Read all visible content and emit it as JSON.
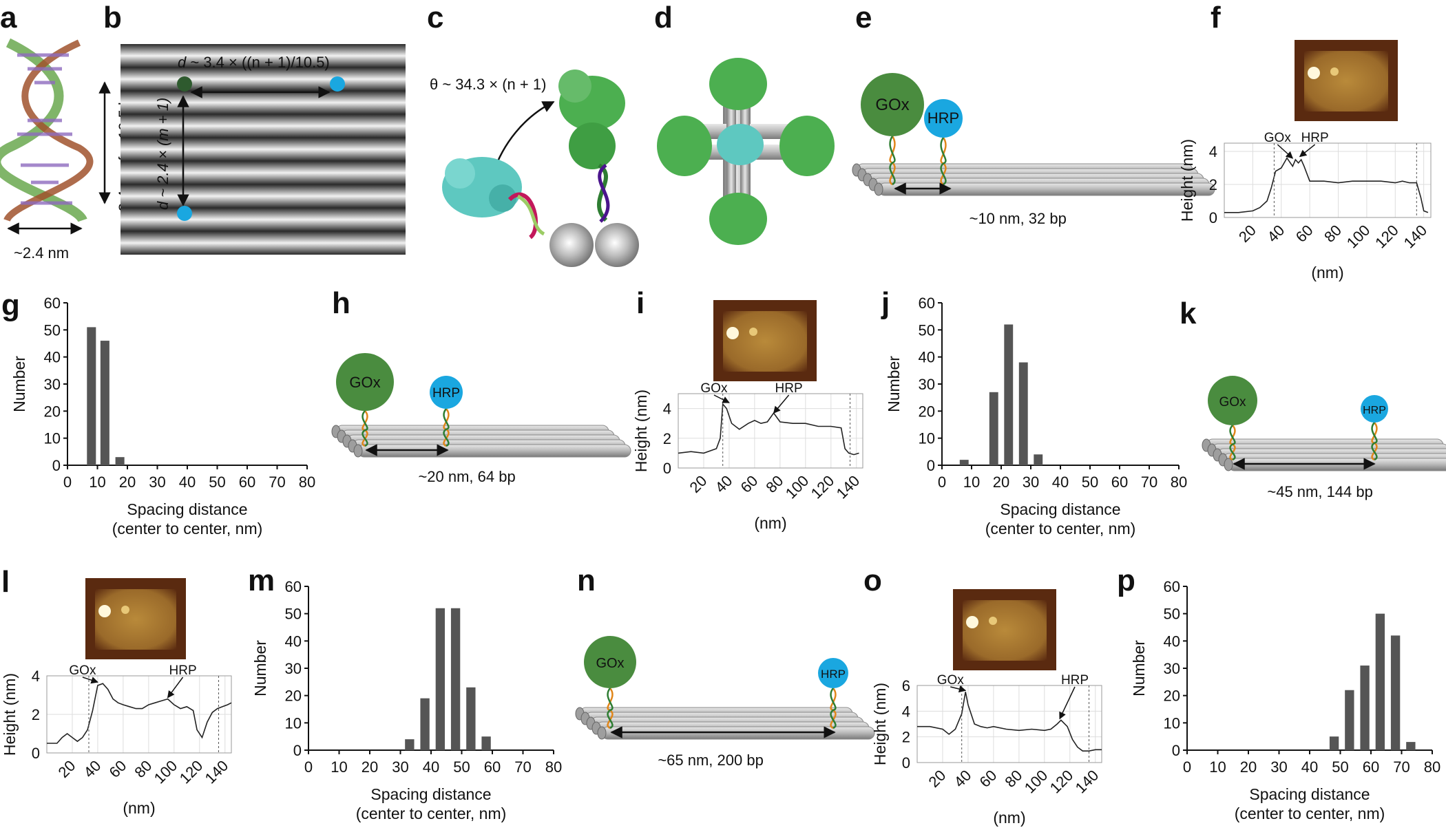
{
  "panel_labels": [
    "a",
    "b",
    "c",
    "d",
    "e",
    "f",
    "g",
    "h",
    "i",
    "j",
    "k",
    "l",
    "m",
    "n",
    "o",
    "p"
  ],
  "panel_a": {
    "height_label": "~3.4 nm for 10.5 bp",
    "width_label": "~2.4 nm"
  },
  "panel_b": {
    "horizontal_formula_prefix": "d",
    "horizontal_formula": " ~ 3.4 × ((n + 1)/10.5)",
    "vertical_formula": "d ~ 2.4 × (m + 1)"
  },
  "panel_c": {
    "angle_formula": "θ ~ 34.3 × (n + 1)"
  },
  "schematics": {
    "e": {
      "caption": "~10 nm, 32 bp",
      "enzyme1": "GOx",
      "enzyme2": "HRP"
    },
    "h": {
      "caption": "~20 nm, 64 bp",
      "enzyme1": "GOx",
      "enzyme2": "HRP"
    },
    "k": {
      "caption": "~45 nm, 144 bp",
      "enzyme1": "GOx",
      "enzyme2": "HRP"
    },
    "n": {
      "caption": "~65 nm, 200 bp",
      "enzyme1": "GOx",
      "enzyme2": "HRP"
    }
  },
  "colors": {
    "gox": "#4a8c3f",
    "hrp": "#1aa7e0",
    "bar": "#555555",
    "protein_green": "#4caf50",
    "protein_cyan": "#5ec8c0"
  },
  "chart_data": [
    {
      "panel": "f",
      "type": "line",
      "xlabel": "(nm)",
      "ylabel": "Height (nm)",
      "xticks": [
        20,
        40,
        60,
        80,
        100,
        120,
        140
      ],
      "yticks": [
        0,
        2,
        4
      ],
      "xlim": [
        0,
        145
      ],
      "ylim": [
        0,
        4.5
      ],
      "annotations": [
        {
          "text": "GOx",
          "x": 48,
          "y": 3.5
        },
        {
          "text": "HRP",
          "x": 53,
          "y": 3.6
        }
      ],
      "x": [
        0,
        10,
        20,
        25,
        30,
        33,
        36,
        40,
        44,
        48,
        50,
        52,
        54,
        56,
        60,
        65,
        70,
        80,
        90,
        100,
        110,
        120,
        125,
        130,
        135,
        138,
        140,
        143
      ],
      "y": [
        0.3,
        0.3,
        0.4,
        0.6,
        1.0,
        1.8,
        2.8,
        3.0,
        3.6,
        3.1,
        3.5,
        3.3,
        3.5,
        3.1,
        2.2,
        2.2,
        2.2,
        2.1,
        2.2,
        2.2,
        2.2,
        2.1,
        2.2,
        2.1,
        2.1,
        1.2,
        0.4,
        0.3
      ]
    },
    {
      "panel": "g",
      "type": "bar",
      "xlabel": "Spacing distance",
      "xlabel2": "(center to center, nm)",
      "ylabel": "Number",
      "xticks": [
        0,
        10,
        20,
        30,
        40,
        50,
        60,
        70,
        80
      ],
      "yticks": [
        0,
        10,
        20,
        30,
        40,
        50,
        60
      ],
      "xlim": [
        0,
        80
      ],
      "ylim": [
        0,
        60
      ],
      "x": [
        8,
        12.5,
        17.5
      ],
      "values": [
        51,
        46,
        3
      ]
    },
    {
      "panel": "i",
      "type": "line",
      "xlabel": "(nm)",
      "ylabel": "Height (nm)",
      "xticks": [
        20,
        40,
        60,
        80,
        100,
        120,
        140
      ],
      "yticks": [
        0,
        2,
        4
      ],
      "xlim": [
        0,
        145
      ],
      "ylim": [
        0,
        5
      ],
      "annotations": [
        {
          "text": "GOx",
          "x": 40,
          "y": 4.3
        },
        {
          "text": "HRP",
          "x": 75,
          "y": 3.6
        }
      ],
      "x": [
        0,
        10,
        20,
        30,
        33,
        35,
        38,
        42,
        48,
        55,
        60,
        65,
        70,
        75,
        80,
        90,
        100,
        110,
        120,
        128,
        131,
        134,
        138,
        142
      ],
      "y": [
        1.0,
        1.1,
        1.0,
        1.3,
        2.0,
        4.3,
        4.0,
        3.0,
        2.6,
        3.0,
        3.2,
        3.0,
        3.1,
        3.7,
        3.1,
        3.0,
        3.0,
        2.8,
        2.8,
        2.7,
        1.3,
        1.0,
        0.9,
        1.0
      ]
    },
    {
      "panel": "j",
      "type": "bar",
      "xlabel": "Spacing distance",
      "xlabel2": "(center to center, nm)",
      "ylabel": "Number",
      "xticks": [
        0,
        10,
        20,
        30,
        40,
        50,
        60,
        70,
        80
      ],
      "yticks": [
        0,
        10,
        20,
        30,
        40,
        50,
        60
      ],
      "xlim": [
        0,
        80
      ],
      "ylim": [
        0,
        60
      ],
      "x": [
        7.5,
        17.5,
        22.5,
        27.5,
        32.5
      ],
      "values": [
        2,
        27,
        52,
        38,
        4
      ]
    },
    {
      "panel": "l",
      "type": "line",
      "xlabel": "(nm)",
      "ylabel": "Height (nm)",
      "xticks": [
        20,
        40,
        60,
        80,
        100,
        120,
        140
      ],
      "yticks": [
        0,
        2,
        4
      ],
      "xlim": [
        0,
        145
      ],
      "ylim": [
        0,
        4
      ],
      "annotations": [
        {
          "text": "GOx",
          "x": 40,
          "y": 3.6
        },
        {
          "text": "HRP",
          "x": 95,
          "y": 2.8
        }
      ],
      "x": [
        0,
        8,
        12,
        16,
        20,
        24,
        28,
        32,
        36,
        40,
        44,
        48,
        52,
        56,
        60,
        65,
        70,
        75,
        80,
        85,
        90,
        95,
        100,
        105,
        110,
        115,
        118,
        122,
        126,
        130,
        134,
        138,
        142,
        145
      ],
      "y": [
        0.5,
        0.5,
        0.8,
        1.0,
        0.8,
        0.6,
        0.8,
        1.2,
        2.2,
        3.5,
        3.6,
        3.3,
        2.8,
        2.6,
        2.5,
        2.4,
        2.3,
        2.3,
        2.5,
        2.6,
        2.7,
        2.8,
        2.5,
        2.3,
        2.4,
        2.2,
        1.2,
        0.8,
        1.6,
        2.1,
        2.3,
        2.4,
        2.5,
        2.6
      ]
    },
    {
      "panel": "m",
      "type": "bar",
      "xlabel": "Spacing distance",
      "xlabel2": "(center to center, nm)",
      "ylabel": "Number",
      "xticks": [
        0,
        10,
        20,
        30,
        40,
        50,
        60,
        70,
        80
      ],
      "yticks": [
        0,
        10,
        20,
        30,
        40,
        50,
        60
      ],
      "xlim": [
        0,
        80
      ],
      "ylim": [
        0,
        60
      ],
      "x": [
        33,
        38,
        43,
        48,
        53,
        58
      ],
      "values": [
        4,
        19,
        52,
        52,
        23,
        5
      ]
    },
    {
      "panel": "o",
      "type": "line",
      "xlabel": "(nm)",
      "ylabel": "Height (nm)",
      "xticks": [
        20,
        40,
        60,
        80,
        100,
        120,
        140
      ],
      "yticks": [
        0,
        2,
        4,
        6
      ],
      "xlim": [
        0,
        145
      ],
      "ylim": [
        0,
        6
      ],
      "annotations": [
        {
          "text": "GOx",
          "x": 38,
          "y": 5.5
        },
        {
          "text": "HRP",
          "x": 112,
          "y": 3.3
        }
      ],
      "x": [
        0,
        10,
        20,
        25,
        30,
        35,
        38,
        40,
        45,
        50,
        55,
        60,
        70,
        80,
        90,
        100,
        105,
        110,
        113,
        118,
        122,
        126,
        130,
        135,
        140,
        145
      ],
      "y": [
        2.8,
        2.8,
        2.6,
        2.2,
        2.6,
        3.8,
        5.5,
        4.5,
        3.0,
        2.8,
        2.7,
        2.8,
        2.6,
        2.5,
        2.6,
        2.5,
        2.6,
        3.0,
        3.3,
        2.8,
        1.8,
        1.2,
        0.9,
        0.9,
        1.0,
        1.0
      ]
    },
    {
      "panel": "p",
      "type": "bar",
      "xlabel": "Spacing distance",
      "xlabel2": "(center to center, nm)",
      "ylabel": "Number",
      "xticks": [
        0,
        10,
        20,
        30,
        40,
        50,
        60,
        70,
        80
      ],
      "yticks": [
        0,
        10,
        20,
        30,
        40,
        50,
        60
      ],
      "xlim": [
        0,
        80
      ],
      "ylim": [
        0,
        60
      ],
      "x": [
        48,
        53,
        58,
        63,
        68,
        73
      ],
      "values": [
        5,
        22,
        31,
        50,
        42,
        3
      ]
    }
  ]
}
